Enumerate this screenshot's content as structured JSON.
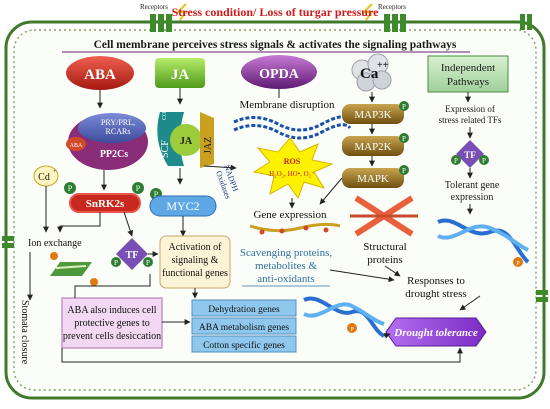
{
  "header": {
    "stress_title": "Stress  condition/ Loss of turgar pressure",
    "receptors_left": "Receptors",
    "receptors_right": "Receptors",
    "membrane_banner": "Cell membrane perceives stress signals & activates the signaling pathways"
  },
  "hormones": {
    "aba": "ABA",
    "ja": "JA",
    "opda": "OPDA",
    "calcium": "Ca",
    "calcium_charge": "++"
  },
  "independent": {
    "title_line1": "Independent",
    "title_line2": "Pathways",
    "expression_line1": "Expression of",
    "expression_line2": "stress related TFs",
    "tf": "TF",
    "tolerant_line1": "Tolerant gene",
    "tolerant_line2": "expression"
  },
  "aba_path": {
    "receptor_line1": "PRY/PRL,",
    "receptor_line2": "RCARs",
    "aba_small": "ABA",
    "pp2cs": "PP2Cs",
    "snrk2s": "SnRK2s",
    "cd": "Cd",
    "cd_sup": "+",
    "p": "P",
    "ion_exchange": "Ion exchange",
    "stomata": "Stomata closure",
    "tf": "TF"
  },
  "ja_path": {
    "scf": "SCF",
    "scf_sup": "COI1",
    "ja_small": "JA",
    "jaz": "JAZ",
    "myc2": "MYC2",
    "nadph_line1": "NADPH",
    "nadph_line2": "Oxidases"
  },
  "membrane": {
    "disruption": "Membrane disruption",
    "ros": "ROS",
    "ros_species": "H₂O₂, HO•, O₂⁻"
  },
  "mapk": {
    "map3k": "MAP3K",
    "map2k": "MAP2K",
    "mapk": "MAPK",
    "structural_line1": "Structural",
    "structural_line2": "proteins"
  },
  "outputs": {
    "gene_expression": "Gene expression",
    "scavenging_line1": "Scavenging proteins,",
    "scavenging_line2": "metabolites &",
    "scavenging_line3": "anti-oxidants",
    "activation_line1": "Activation of",
    "activation_line2": "signaling &",
    "activation_line3": "functional genes",
    "responses_line1": "Responses to",
    "responses_line2": "drought stress",
    "aba_induces_line1": "ABA also induces cell",
    "aba_induces_line2": "protective genes to",
    "aba_induces_line3": "prevent cells desiccation",
    "dehydration": "Dehydration genes",
    "aba_metabolism": "ABA metabolism genes",
    "cotton": "Cotton specific genes",
    "drought_tolerance": "Drought tolerance"
  },
  "colors": {
    "aba_red": "#c8281e",
    "ja_green": "#7ec83a",
    "opda_purple": "#8b3a9a",
    "kinase_brown": "#8a6a1e",
    "myc_blue": "#5fa8e6",
    "border_green": "#3f7a2a",
    "banner_purple": "#6a1b7a",
    "drought_violet": "#8a3fd0",
    "title_red": "#d21a1a"
  }
}
